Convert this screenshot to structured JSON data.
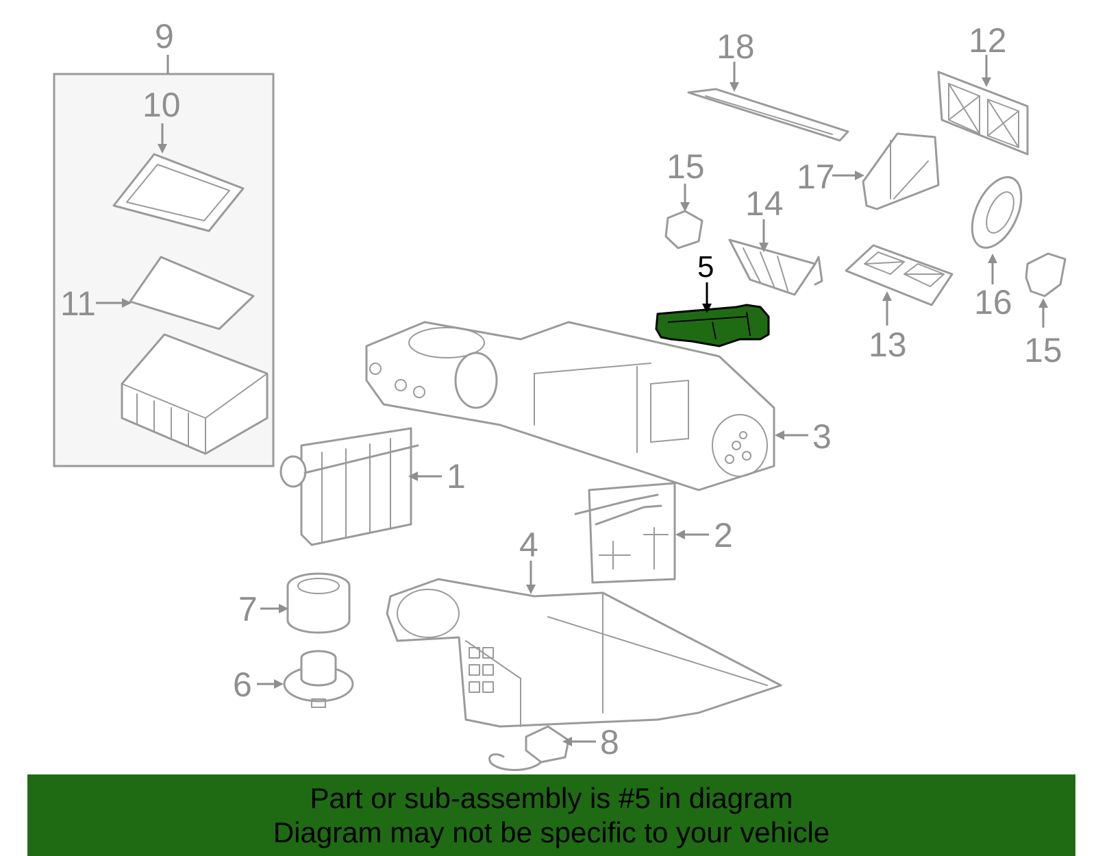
{
  "callouts": {
    "c1": "1",
    "c2": "2",
    "c3": "3",
    "c4": "4",
    "c5": "5",
    "c6": "6",
    "c7": "7",
    "c8": "8",
    "c9": "9",
    "c10": "10",
    "c11": "11",
    "c12": "12",
    "c13": "13",
    "c14": "14",
    "c15a": "15",
    "c15b": "15",
    "c16": "16",
    "c17": "17",
    "c18": "18"
  },
  "highlight": {
    "color": "#1f6b14"
  },
  "banner": {
    "line1": "Part or sub-assembly is #5 in diagram",
    "line2": "Diagram may not be specific to your vehicle"
  }
}
